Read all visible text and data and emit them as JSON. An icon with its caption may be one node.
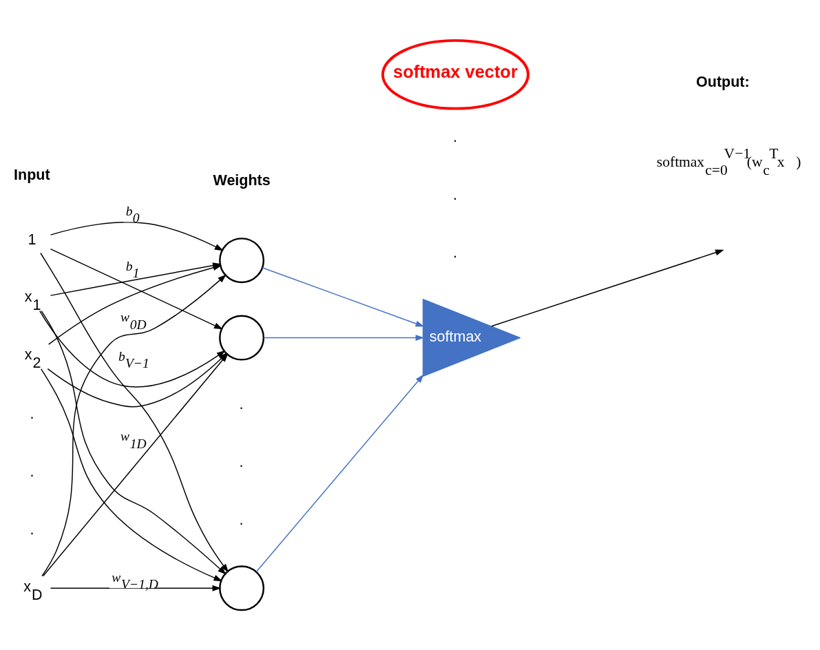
{
  "diagram": {
    "nodes": [
      {
        "text": [
          "softmax vector"
        ]
      },
      {
        "text": [
          "1"
        ]
      },
      {
        "text": [
          "x$_{1}$"
        ]
      },
      {
        "text": [
          "x$_{2}$"
        ]
      },
      {
        "text": [
          "x$_{D}$"
        ]
      },
      {
        "text": [],
        "shape": "circle"
      },
      {
        "text": [],
        "shape": "circle"
      },
      {
        "text": [],
        "shape": "circle"
      },
      {
        "text": [
          "softmax"
        ]
      }
    ],
    "edges": [
      {
        "from": 1,
        "to": 5,
        "arrow": "to",
        "label": "b$_{0}$"
      },
      {
        "from": 1,
        "to": 6,
        "arrow": "to",
        "label": "b$_{1}$"
      },
      {
        "from": 1,
        "to": 7,
        "arrow": "to",
        "label": "b$_{V−1}$"
      },
      {
        "from": 2,
        "to": 5,
        "arrow": "to"
      },
      {
        "from": 2,
        "to": 6,
        "arrow": "to"
      },
      {
        "from": 2,
        "to": 7,
        "arrow": "to"
      },
      {
        "from": 3,
        "to": 5,
        "arrow": "to"
      },
      {
        "from": 3,
        "to": 6,
        "arrow": "to"
      },
      {
        "from": 3,
        "to": 7,
        "arrow": "to"
      },
      {
        "from": 4,
        "to": 5,
        "arrow": "to",
        "label": "w$_{0D}$"
      },
      {
        "from": 4,
        "to": 6,
        "arrow": "to",
        "label": "w$_{1D}$"
      },
      {
        "from": 4,
        "to": 7,
        "arrow": "to",
        "label": "w$_{V−1,D}$"
      },
      {
        "from": 5,
        "to": 8,
        "arrow": "to",
        "color": "#4472c4"
      },
      {
        "from": 6,
        "to": 8,
        "arrow": "to",
        "color": "#4472c4"
      },
      {
        "from": 7,
        "to": 8,
        "arrow": "to",
        "color": "#4472c4"
      },
      {
        "from": 8,
        "to": null,
        "arrow": "to"
      }
    ],
    "labels": [
      "Input",
      "Weights",
      ".",
      ".",
      ".",
      ".",
      ".",
      ".",
      ".",
      ".",
      ".",
      "Output:",
      "softmax$_{c=0}$$^{V−1}$(w⃗$_{c}$$^{T}$x⃗)"
    ]
  }
}
